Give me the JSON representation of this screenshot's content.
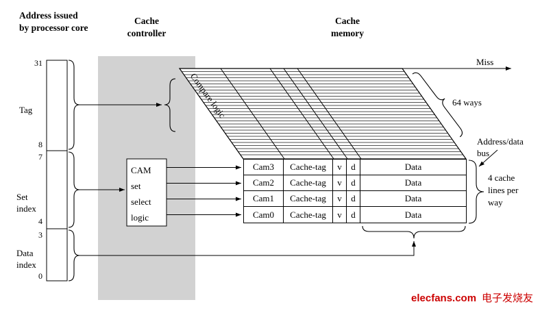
{
  "headers": {
    "address_source": "Address issued\nby processor core",
    "cache_controller": "Cache\ncontroller",
    "cache_memory": "Cache\nmemory"
  },
  "address_bar": {
    "bit_31": "31",
    "bit_8": "8",
    "bit_7": "7",
    "bit_4": "4",
    "bit_3": "3",
    "bit_0": "0",
    "tag_label": "Tag",
    "set_index_label": "Set\nindex",
    "data_index_label": "Data\nindex"
  },
  "controller": {
    "cam_select_label": "CAM\nset\nselect\nlogic"
  },
  "memory": {
    "compare_logic_label": "Compare logic",
    "miss_label": "Miss",
    "ways_label": "64 ways",
    "bus_label": "Address/data\nbus",
    "lines_per_way_label": "4 cache\nlines per\nway",
    "rows": [
      {
        "cam": "Cam3",
        "tag": "Cache-tag",
        "valid": "v",
        "dirty": "d",
        "data": "Data"
      },
      {
        "cam": "Cam2",
        "tag": "Cache-tag",
        "valid": "v",
        "dirty": "d",
        "data": "Data"
      },
      {
        "cam": "Cam1",
        "tag": "Cache-tag",
        "valid": "v",
        "dirty": "d",
        "data": "Data"
      },
      {
        "cam": "Cam0",
        "tag": "Cache-tag",
        "valid": "v",
        "dirty": "d",
        "data": "Data"
      }
    ]
  },
  "watermark": {
    "site": "elecfans.com",
    "slogan": "电子发烧友"
  },
  "colors": {
    "controller_bg": "#d2d2d2",
    "brand_red": "#cc0000"
  }
}
